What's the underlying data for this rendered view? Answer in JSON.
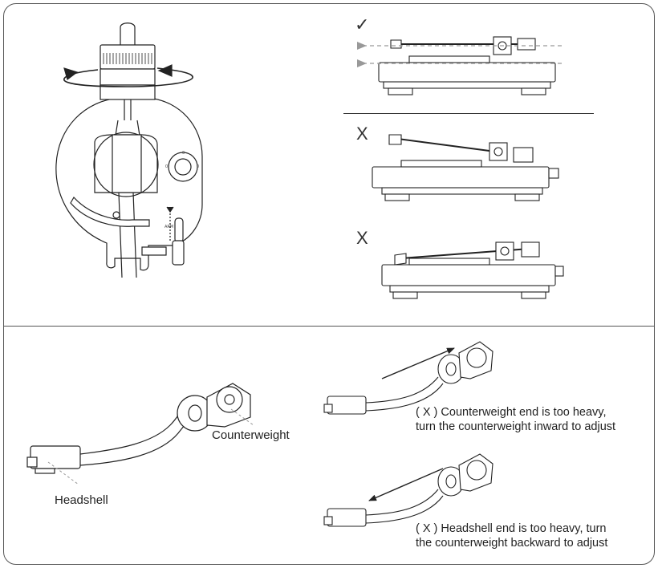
{
  "labels": {
    "counterweight": "Counterweight",
    "headshell": "Headshell",
    "arm_tag": "ARM"
  },
  "status_marks": {
    "correct": "✓",
    "incorrect_1": "X",
    "incorrect_2": "X"
  },
  "captions": {
    "counterweight_heavy_line1": "( X ) Counterweight end is too heavy,",
    "counterweight_heavy_line2": "turn the counterweight inward to adjust",
    "headshell_heavy_line1": "( X ) Headshell end is too heavy, turn",
    "headshell_heavy_line2": "the counterweight backward to adjust"
  },
  "icons": [
    "rotate-arrow-icon",
    "checkmark-icon",
    "cross-icon",
    "direction-arrow-icon"
  ]
}
